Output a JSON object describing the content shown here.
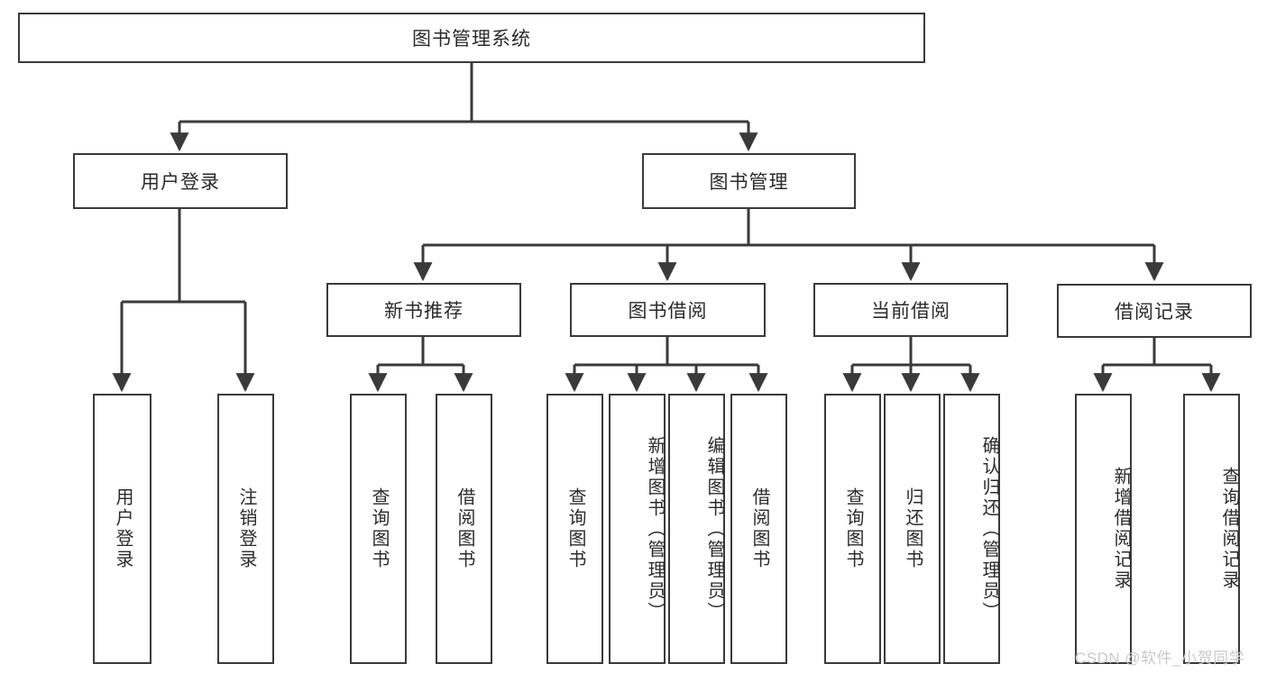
{
  "diagram": {
    "type": "hierarchy-tree",
    "title": "图书管理系统",
    "colors": {
      "node_border": "#3a3a3a",
      "node_fill": "#ffffff",
      "edge": "#3a3a3a",
      "text": "#2b2b2b",
      "watermark": "#c9c9c9"
    },
    "root": {
      "label": "图书管理系统"
    },
    "level1": [
      {
        "id": "user-login",
        "label": "用户登录"
      },
      {
        "id": "book-manage",
        "label": "图书管理"
      }
    ],
    "level2": [
      {
        "id": "new-book-recommend",
        "label": "新书推荐",
        "parent": "book-manage"
      },
      {
        "id": "book-borrow",
        "label": "图书借阅",
        "parent": "book-manage"
      },
      {
        "id": "current-borrow",
        "label": "当前借阅",
        "parent": "book-manage"
      },
      {
        "id": "borrow-record",
        "label": "借阅记录",
        "parent": "book-manage"
      }
    ],
    "leaves": [
      {
        "id": "leaf-user-login",
        "label": "用户登录",
        "parent": "user-login"
      },
      {
        "id": "leaf-user-logout",
        "label": "注销登录",
        "parent": "user-login"
      },
      {
        "id": "leaf-query-book-1",
        "label": "查询图书",
        "parent": "new-book-recommend"
      },
      {
        "id": "leaf-borrow-book-1",
        "label": "借阅图书",
        "parent": "new-book-recommend"
      },
      {
        "id": "leaf-query-book-2",
        "label": "查询图书",
        "parent": "book-borrow"
      },
      {
        "id": "leaf-add-book",
        "label": "新增图书（管理员）",
        "parent": "book-borrow"
      },
      {
        "id": "leaf-edit-book",
        "label": "编辑图书（管理员）",
        "parent": "book-borrow"
      },
      {
        "id": "leaf-borrow-book-2",
        "label": "借阅图书",
        "parent": "book-borrow"
      },
      {
        "id": "leaf-query-book-3",
        "label": "查询图书",
        "parent": "current-borrow"
      },
      {
        "id": "leaf-return-book",
        "label": "归还图书",
        "parent": "current-borrow"
      },
      {
        "id": "leaf-confirm-return",
        "label": "确认归还（管理员）",
        "parent": "current-borrow"
      },
      {
        "id": "leaf-add-record",
        "label": "新增借阅记录",
        "parent": "borrow-record"
      },
      {
        "id": "leaf-query-record",
        "label": "查询借阅记录",
        "parent": "borrow-record"
      }
    ],
    "watermark": "CSDN @软件_小贺同学"
  }
}
